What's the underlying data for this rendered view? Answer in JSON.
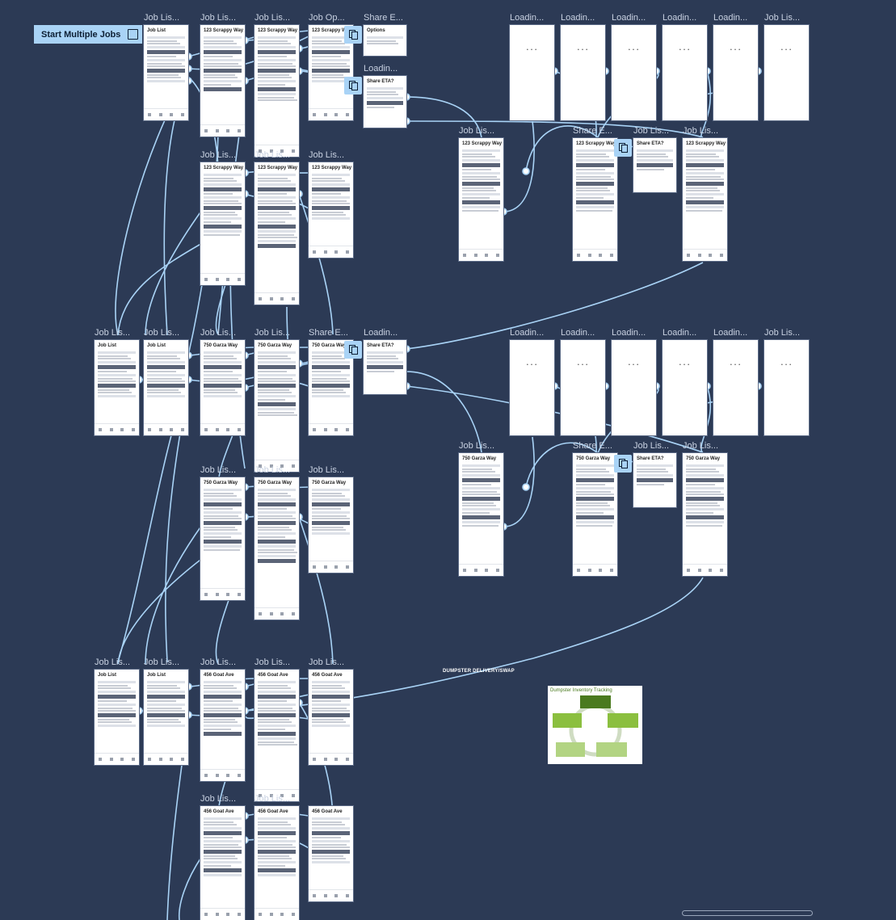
{
  "start_button": {
    "label": "Start Multiple Jobs"
  },
  "section_label": "DUMPSTER DELIVERY/SWAP",
  "dumpster_card": {
    "title": "Dumpster Inventory Tracking"
  },
  "colors": {
    "canvas": "#2c3a55",
    "connector": "#a9d3f6",
    "flow_start": "#a9d3f6",
    "diagram_green": "#7bb33a"
  },
  "frame_labels": [
    "Job Lis...",
    "Job Lis...",
    "Job Lis...",
    "Job Op...",
    "Share E...",
    "Loadin...",
    "Loadin...",
    "Loadin...",
    "Loadin...",
    "Loadin...",
    "Loadin...",
    "Job Lis...",
    "Job Lis...",
    "Share E...",
    "Job Lis...",
    "Job Lis...",
    "Job Lis...",
    "Job Lis...",
    "Job Lis...",
    "Job Lis...",
    "Job Lis...",
    "Job Lis...",
    "Job Lis...",
    "Share E...",
    "Loadin...",
    "Loadin...",
    "Loadin...",
    "Loadin...",
    "Loadin...",
    "Loadin...",
    "Job Lis...",
    "Job Lis...",
    "Share E...",
    "Job Lis...",
    "Job Lis...",
    "Job Lis...",
    "Job Lis...",
    "Job Lis...",
    "Job Lis...",
    "Job Lis...",
    "Job Lis...",
    "Job Lis...",
    "Job Lis...",
    "Job Lis...",
    "Job Lis..."
  ],
  "frame_titles": [
    "Job List",
    "123 Scrappy Way",
    "123 Scrappy Way",
    "123 Scrappy Way",
    "Options",
    "Share ETA?",
    "",
    "",
    "",
    "",
    "",
    "",
    "123 Scrappy Way",
    "123 Scrappy Way",
    "Share ETA?",
    "123 Scrappy Way",
    "123 Scrappy Way",
    "123 Scrappy Way",
    "123 Scrappy Way",
    "Job List",
    "Job List",
    "750 Garza Way",
    "750 Garza Way",
    "750 Garza Way",
    "Share ETA?",
    "",
    "",
    "",
    "",
    "",
    "",
    "750 Garza Way",
    "750 Garza Way",
    "Share ETA?",
    "750 Garza Way",
    "750 Garza Way",
    "750 Garza Way",
    "750 Garza Way",
    "Job List",
    "Job List",
    "456 Goat Ave",
    "456 Goat Ave",
    "456 Goat Ave",
    "456 Goat Ave",
    "456 Goat Ave",
    "456 Goat Ave"
  ]
}
